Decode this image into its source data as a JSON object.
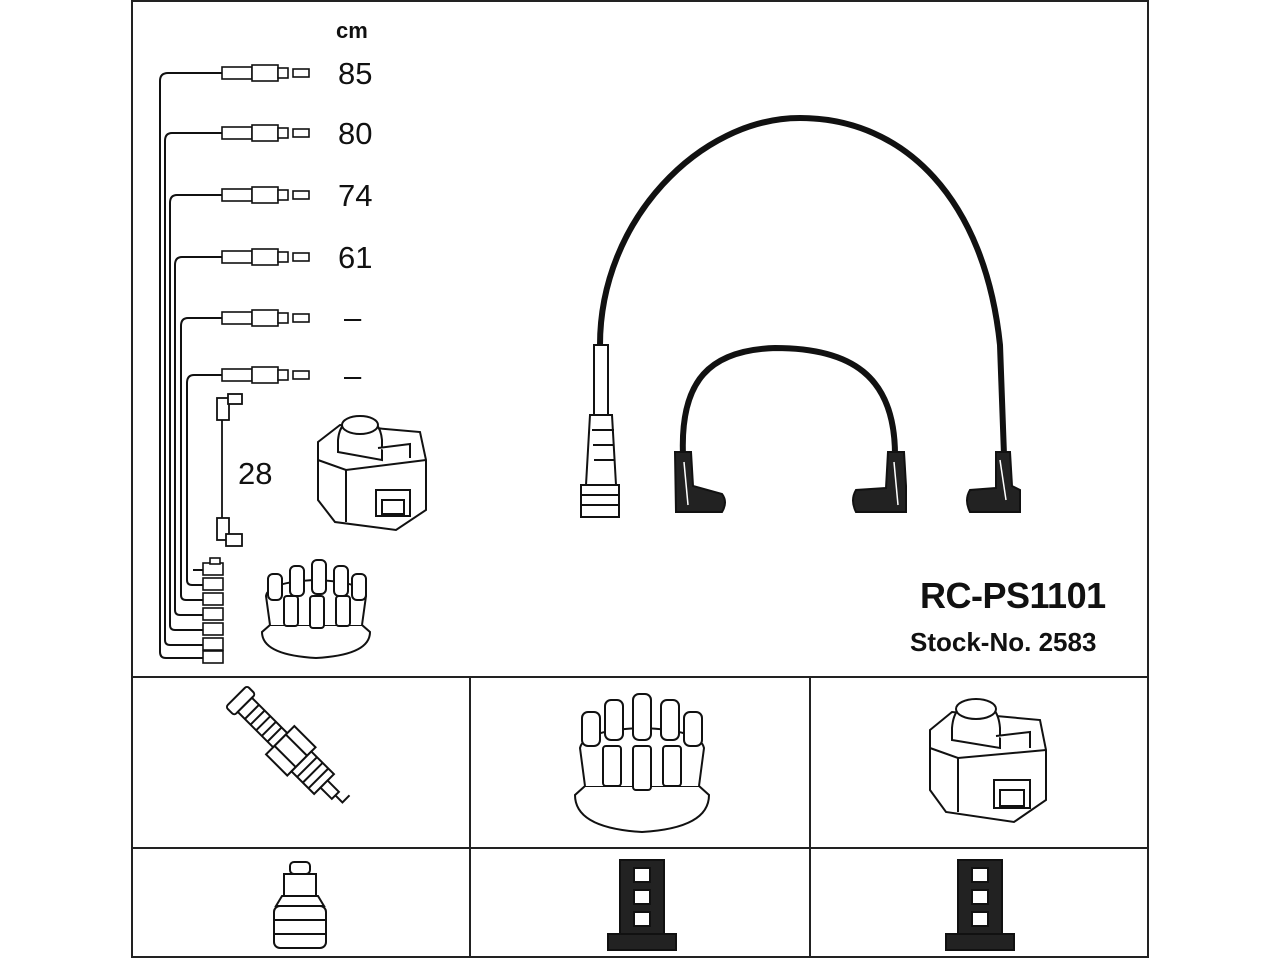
{
  "diagram": {
    "unit_label": "cm",
    "lengths": [
      "85",
      "80",
      "74",
      "61",
      "–",
      "–"
    ],
    "coil_lead_length": "28",
    "model": "RC-PS1101",
    "stock_number": "Stock-No. 2583",
    "colors": {
      "line": "#111111",
      "frame": "#222222",
      "fill": "#ffffff",
      "shade": "#cccccc"
    }
  }
}
